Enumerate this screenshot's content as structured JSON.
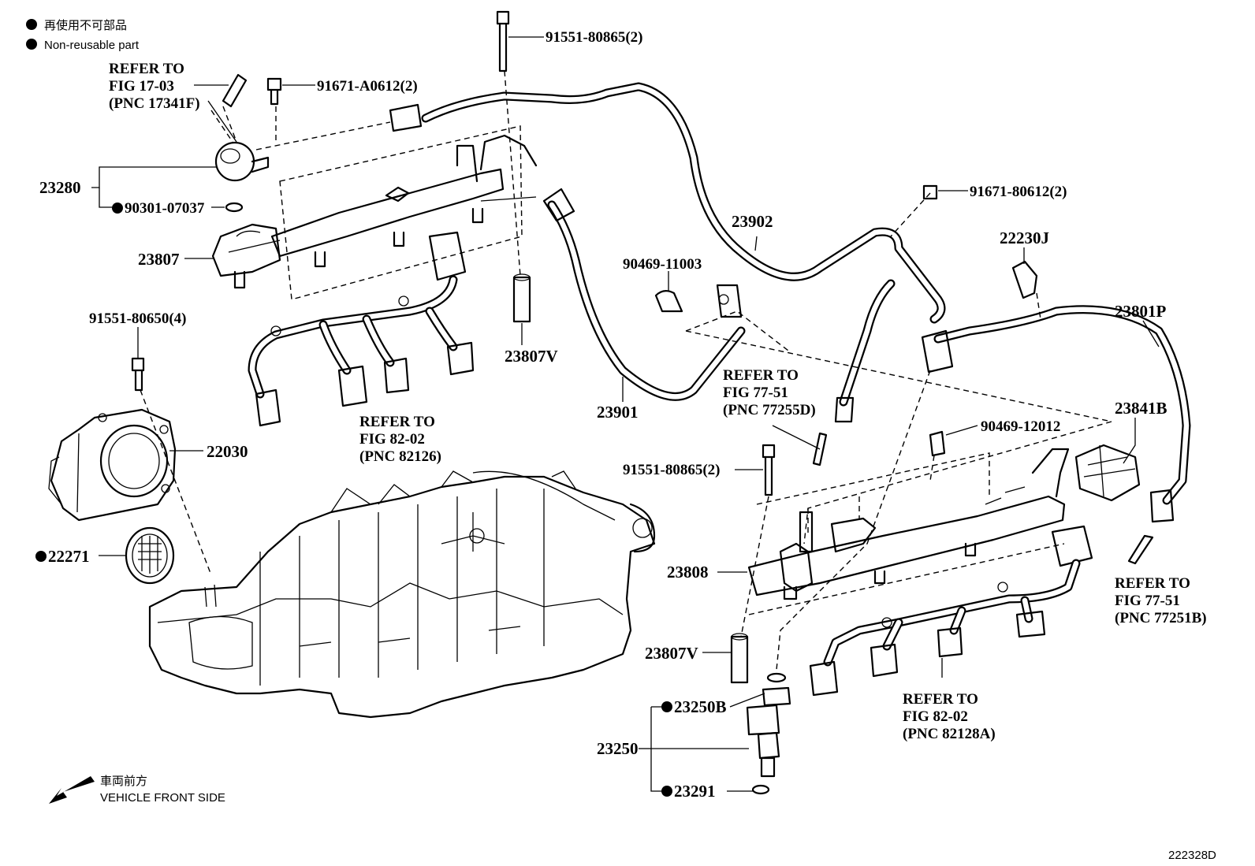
{
  "legend": {
    "non_reusable_jp": "再使用不可部品",
    "non_reusable_en": "Non-reusable part",
    "front_jp": "車両前方",
    "front_en": "VEHICLE FRONT SIDE"
  },
  "refer_notes": {
    "fig1703": [
      "REFER TO",
      "FIG 17-03",
      "(PNC 17341F)"
    ],
    "fig8202a": [
      "REFER TO",
      "FIG 82-02",
      "(PNC 82126)"
    ],
    "fig7751d": [
      "REFER TO",
      "FIG 77-51",
      "(PNC 77255D)"
    ],
    "fig7751b": [
      "REFER TO",
      "FIG 77-51",
      "(PNC 77251B)"
    ],
    "fig8202b": [
      "REFER TO",
      "FIG 82-02",
      "(PNC 82128A)"
    ]
  },
  "parts": {
    "p91551_80865_top": "91551-80865(2)",
    "p91671_A0612": "91671-A0612(2)",
    "p23280": "23280",
    "p90301_07037": "90301-07037",
    "p23807": "23807",
    "p91551_80650": "91551-80650(4)",
    "p22030": "22030",
    "p22271": "22271",
    "p23807V_a": "23807V",
    "p23901": "23901",
    "p23902": "23902",
    "p90469_11003": "90469-11003",
    "p91671_80612": "91671-80612(2)",
    "p22230J": "22230J",
    "p23801P": "23801P",
    "p23841B": "23841B",
    "p90469_12012": "90469-12012",
    "p91551_80865_mid": "91551-80865(2)",
    "p23808": "23808",
    "p23807V_b": "23807V",
    "p23250B": "23250B",
    "p23250": "23250",
    "p23291": "23291"
  },
  "diagram_code": "222328D"
}
